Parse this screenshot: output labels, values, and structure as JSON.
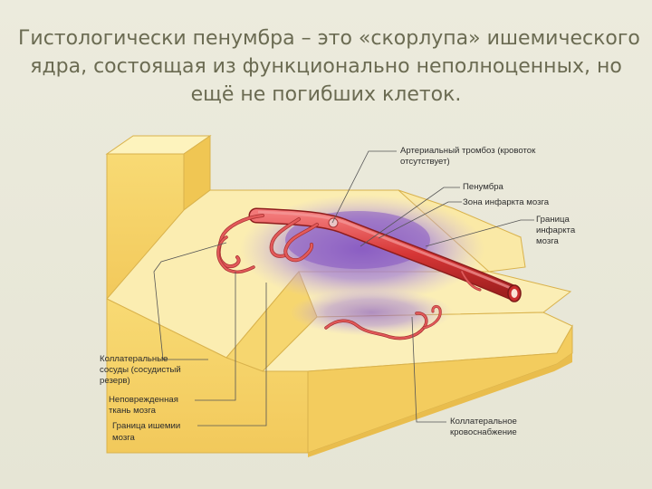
{
  "slide": {
    "title_lines": [
      "Гистологически пенумбра – это «скорлупа» ишемического",
      "ядра, состоящая из функционально неполноценных, но",
      "ещё не погибших клеток."
    ]
  },
  "labels": {
    "arterial_thrombus": [
      "Артериальный тромбоз (кровоток",
      "отсутствует)"
    ],
    "penumbra": "Пенумбра",
    "infarct_zone": "Зона инфаркта мозга",
    "infarct_border": [
      "Граница",
      "инфаркта",
      "мозга"
    ],
    "collateral_vessels": [
      "Коллатеральные",
      "сосуды (сосудистый",
      "резерв)"
    ],
    "intact_tissue": [
      "Неповрежденная",
      "ткань мозга"
    ],
    "ischemia_border": [
      "Граница ишемии",
      "мозга"
    ],
    "collateral_supply": [
      "Коллатеральное",
      "кровоснабжение"
    ]
  },
  "colors": {
    "title": "#6b6b52",
    "background": "#e9e8d9",
    "tissue_top": "#fbefb0",
    "tissue_side": "#f6d46a",
    "ischemia": "#9a73c8",
    "vessel": "#d93b3b"
  }
}
